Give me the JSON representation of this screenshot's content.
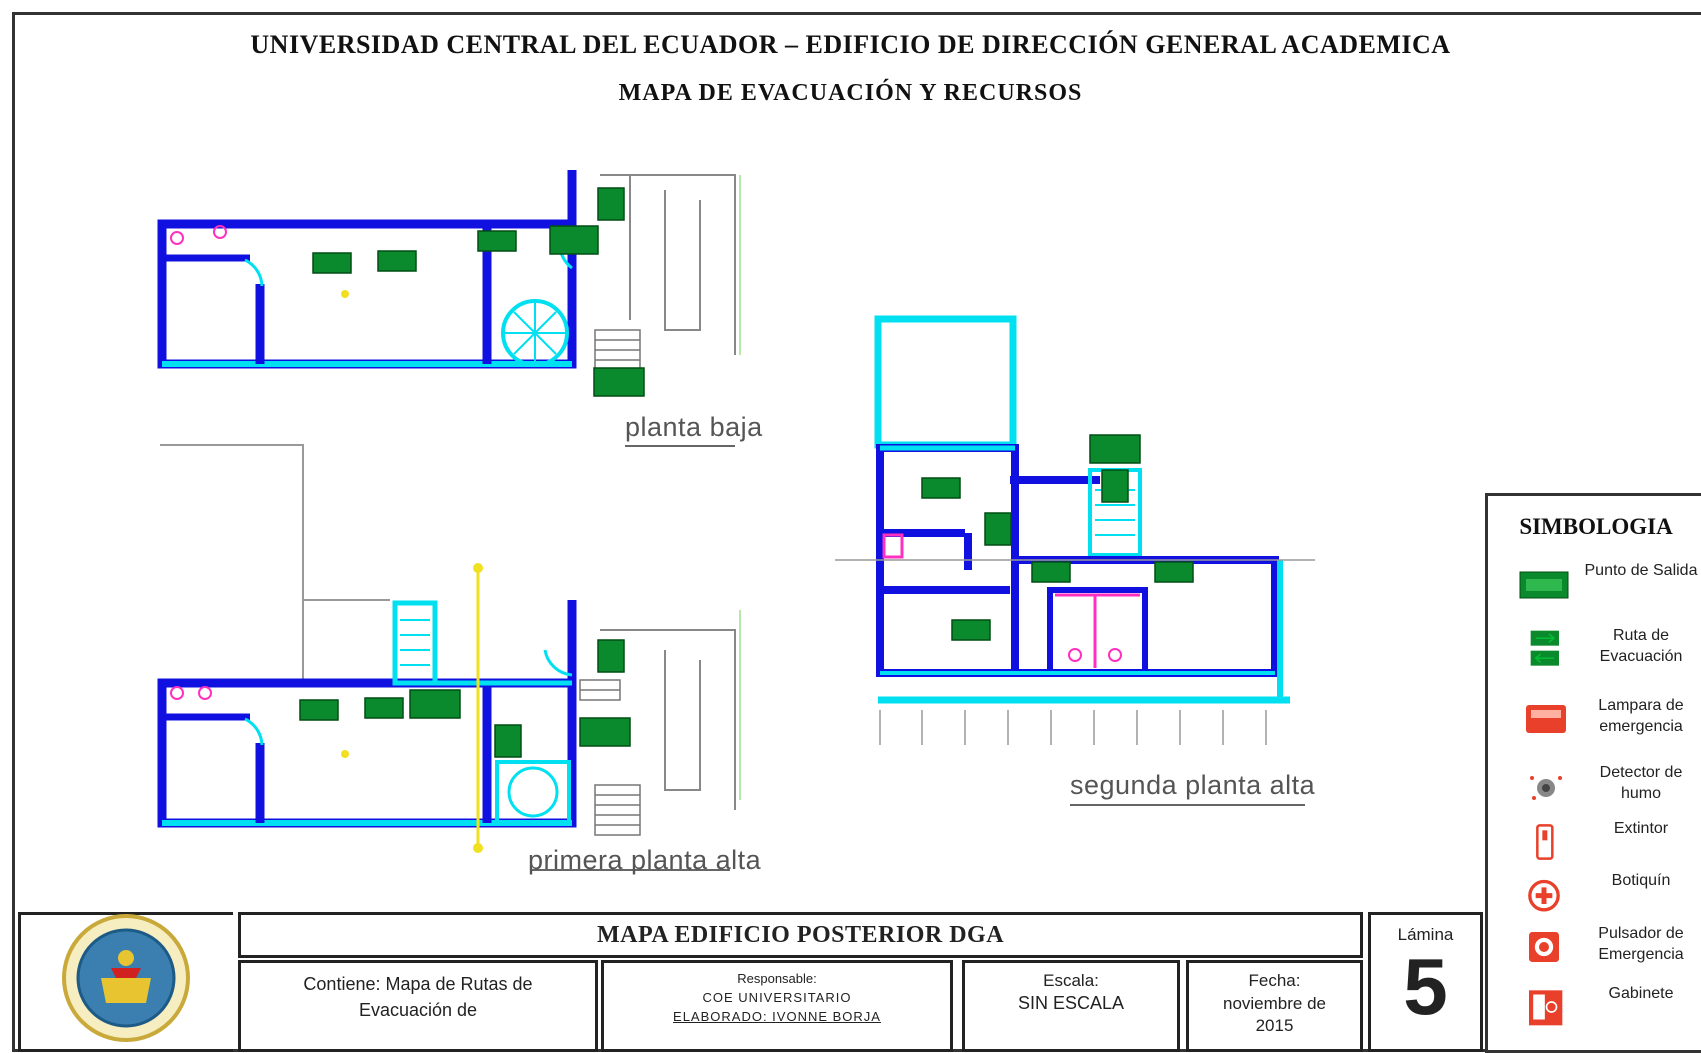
{
  "header": {
    "title": "UNIVERSIDAD CENTRAL DEL ECUADOR – EDIFICIO DE DIRECCIÓN GENERAL ACADEMICA",
    "subtitle": "MAPA DE EVACUACIÓN  Y RECURSOS"
  },
  "plans": {
    "ground": "planta baja",
    "first": "primera planta alta",
    "second": "segunda planta alta"
  },
  "legend": {
    "title": "SIMBOLOGIA",
    "items": [
      {
        "label": "Punto de Salida",
        "icon": "exit-point-icon"
      },
      {
        "label": "Ruta de Evacuación",
        "icon": "evacuation-route-icon"
      },
      {
        "label": "Lampara de emergencia",
        "icon": "emergency-lamp-icon"
      },
      {
        "label": "Detector de humo",
        "icon": "smoke-detector-icon"
      },
      {
        "label": "Extintor",
        "icon": "extinguisher-icon"
      },
      {
        "label": "Botiquín",
        "icon": "first-aid-icon"
      },
      {
        "label": "Pulsador de Emergencia",
        "icon": "emergency-button-icon"
      },
      {
        "label": "Gabinete",
        "icon": "cabinet-icon"
      }
    ]
  },
  "title_block": {
    "map_name": "MAPA EDIFICIO POSTERIOR DGA",
    "contains": "Contiene: Mapa de Rutas de Evacuación de",
    "responsible_label": "Responsable:",
    "responsible": "COE UNIVERSITARIO",
    "prepared_by": "ELABORADO: IVONNE BORJA",
    "scale_label": "Escala:",
    "scale": "SIN ESCALA",
    "date_label": "Fecha:",
    "date": "noviembre de 2015",
    "sheet_label": "Lámina",
    "sheet_number": "5"
  },
  "colors": {
    "wall": "#1010e0",
    "window": "#00e0f0",
    "exit_green": "#0a8a2c",
    "restroom": "#ff30c0",
    "axis_line": "#f0e020"
  }
}
